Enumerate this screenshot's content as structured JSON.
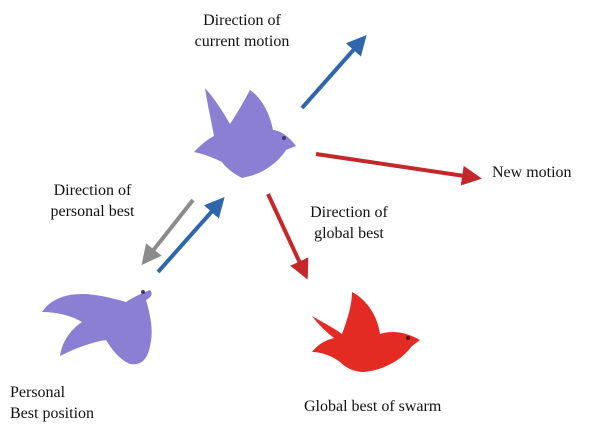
{
  "labels": {
    "current_motion": [
      "Direction of",
      "current motion"
    ],
    "new_motion": "New motion",
    "personal_best_dir": [
      "Direction of",
      "personal best"
    ],
    "global_best_dir": [
      "Direction of",
      "global best"
    ],
    "personal_best_pos": [
      "Personal",
      "Best position"
    ],
    "global_best_swarm": "Global best of swarm"
  },
  "colors": {
    "bird_purple": "#8b7fd4",
    "bird_red": "#e32b24",
    "arrow_blue": "#2f67ad",
    "arrow_red": "#c4282b",
    "arrow_gray": "#8c8c8c"
  }
}
